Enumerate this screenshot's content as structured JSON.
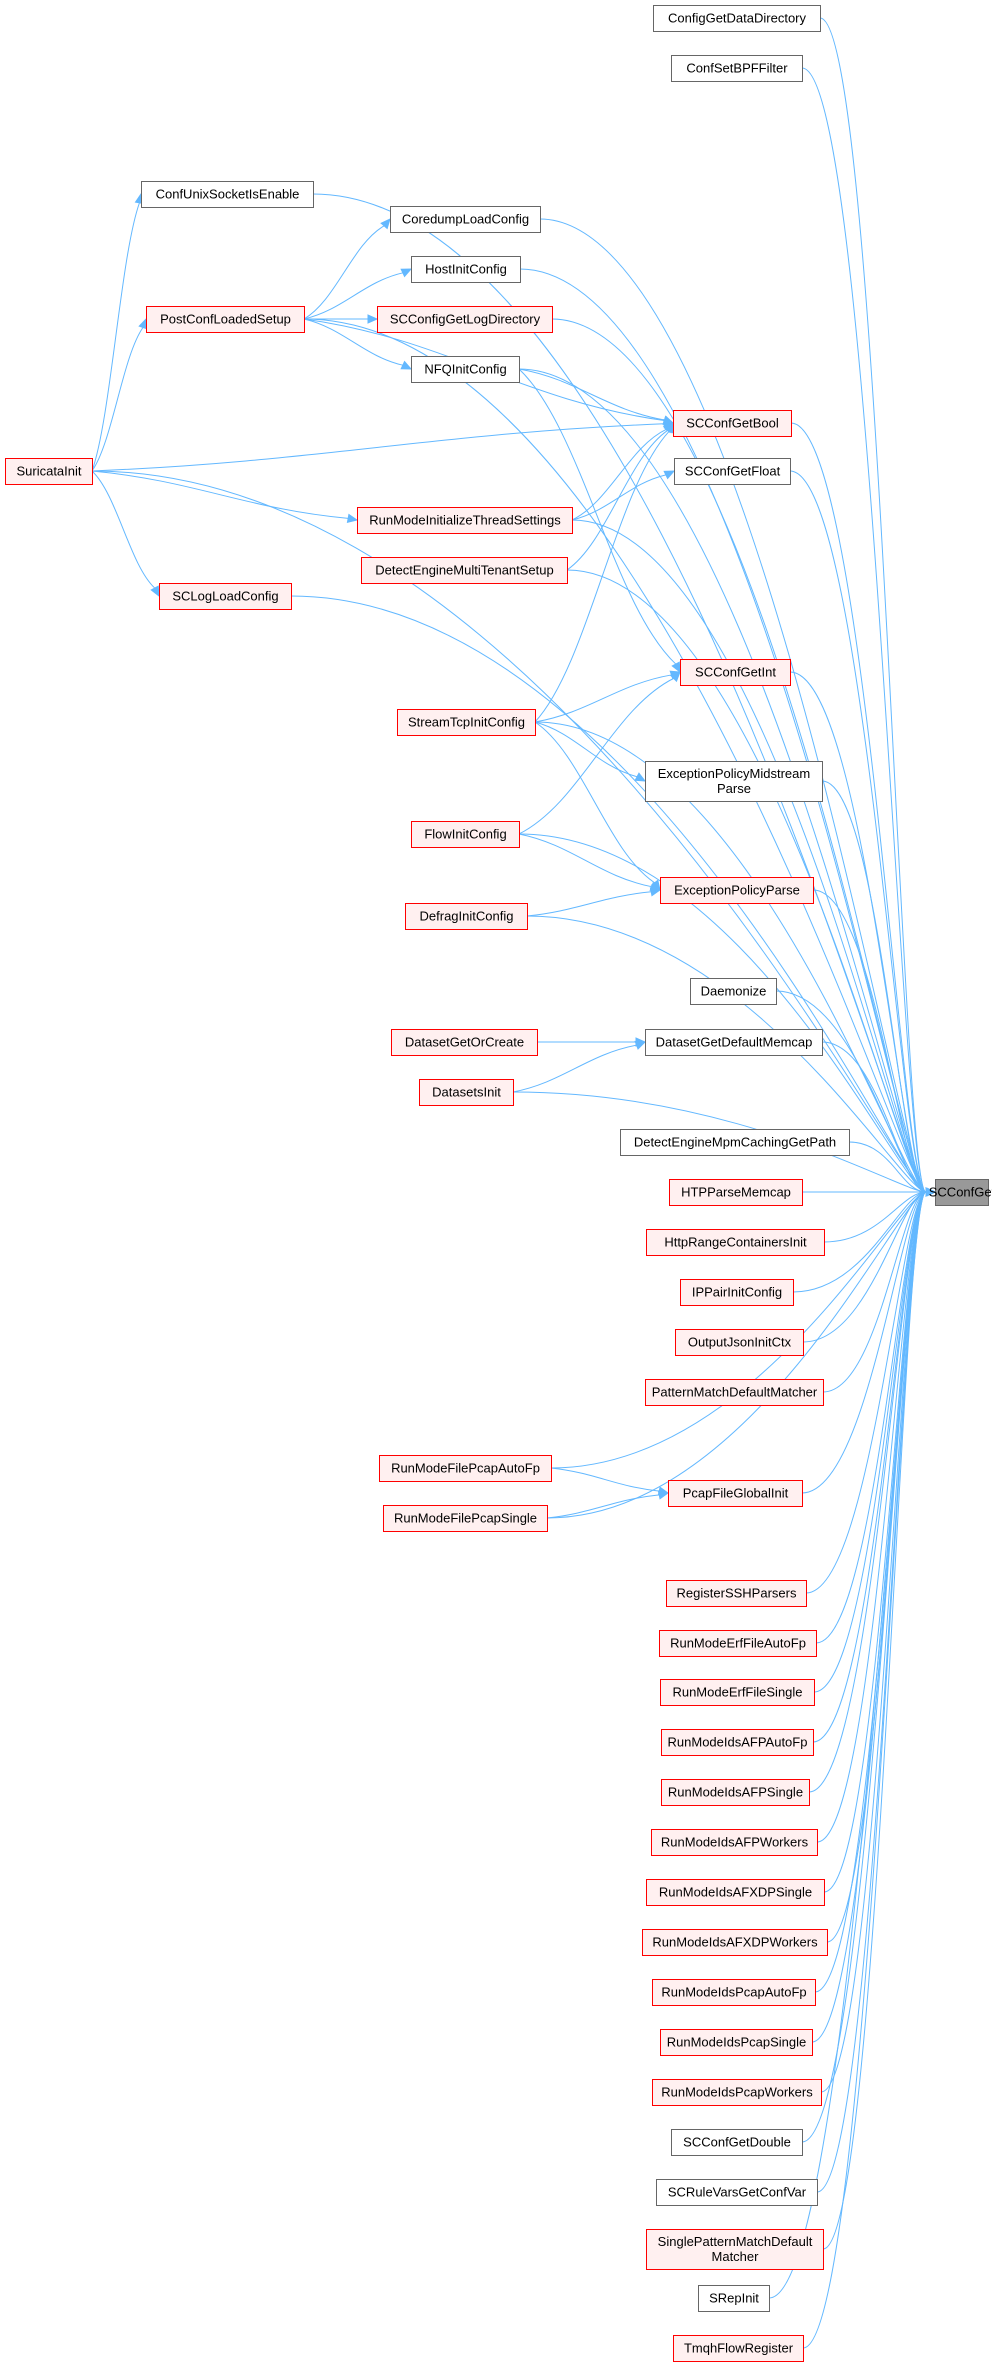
{
  "nodes": [
    {
      "id": "ConfigGetDataDirectory",
      "lines": [
        "ConfigGetDataDirectory"
      ],
      "style": "gray"
    },
    {
      "id": "ConfSetBPFFilter",
      "lines": [
        "ConfSetBPFFilter"
      ],
      "style": "gray"
    },
    {
      "id": "ConfUnixSocketIsEnable",
      "lines": [
        "ConfUnixSocketIsEnable"
      ],
      "style": "gray"
    },
    {
      "id": "CoredumpLoadConfig",
      "lines": [
        "CoredumpLoadConfig"
      ],
      "style": "gray"
    },
    {
      "id": "HostInitConfig",
      "lines": [
        "HostInitConfig"
      ],
      "style": "gray"
    },
    {
      "id": "PostConfLoadedSetup",
      "lines": [
        "PostConfLoadedSetup"
      ],
      "style": "red"
    },
    {
      "id": "SCConfigGetLogDirectory",
      "lines": [
        "SCConfigGetLogDirectory"
      ],
      "style": "red"
    },
    {
      "id": "NFQInitConfig",
      "lines": [
        "NFQInitConfig"
      ],
      "style": "gray"
    },
    {
      "id": "SCConfGetBool",
      "lines": [
        "SCConfGetBool"
      ],
      "style": "red"
    },
    {
      "id": "SuricataInit",
      "lines": [
        "SuricataInit"
      ],
      "style": "red"
    },
    {
      "id": "SCConfGetFloat",
      "lines": [
        "SCConfGetFloat"
      ],
      "style": "gray"
    },
    {
      "id": "RunModeInitializeThreadSettings",
      "lines": [
        "RunModeInitializeThreadSettings"
      ],
      "style": "red"
    },
    {
      "id": "DetectEngineMultiTenantSetup",
      "lines": [
        "DetectEngineMultiTenantSetup"
      ],
      "style": "red"
    },
    {
      "id": "SCLogLoadConfig",
      "lines": [
        "SCLogLoadConfig"
      ],
      "style": "red"
    },
    {
      "id": "SCConfGetInt",
      "lines": [
        "SCConfGetInt"
      ],
      "style": "red"
    },
    {
      "id": "StreamTcpInitConfig",
      "lines": [
        "StreamTcpInitConfig"
      ],
      "style": "red"
    },
    {
      "id": "ExceptionPolicyMidstreamParse",
      "lines": [
        "ExceptionPolicyMidstream",
        "Parse"
      ],
      "style": "gray"
    },
    {
      "id": "FlowInitConfig",
      "lines": [
        "FlowInitConfig"
      ],
      "style": "red"
    },
    {
      "id": "ExceptionPolicyParse",
      "lines": [
        "ExceptionPolicyParse"
      ],
      "style": "red"
    },
    {
      "id": "DefragInitConfig",
      "lines": [
        "DefragInitConfig"
      ],
      "style": "red"
    },
    {
      "id": "Daemonize",
      "lines": [
        "Daemonize"
      ],
      "style": "gray"
    },
    {
      "id": "DatasetGetOrCreate",
      "lines": [
        "DatasetGetOrCreate"
      ],
      "style": "red"
    },
    {
      "id": "DatasetGetDefaultMemcap",
      "lines": [
        "DatasetGetDefaultMemcap"
      ],
      "style": "gray"
    },
    {
      "id": "DatasetsInit",
      "lines": [
        "DatasetsInit"
      ],
      "style": "red"
    },
    {
      "id": "DetectEngineMpmCachingGetPath",
      "lines": [
        "DetectEngineMpmCachingGetPath"
      ],
      "style": "gray"
    },
    {
      "id": "SCConfGet",
      "lines": [
        "SCConfGet"
      ],
      "style": "target"
    },
    {
      "id": "HTPParseMemcap",
      "lines": [
        "HTPParseMemcap"
      ],
      "style": "red"
    },
    {
      "id": "HttpRangeContainersInit",
      "lines": [
        "HttpRangeContainersInit"
      ],
      "style": "red"
    },
    {
      "id": "IPPairInitConfig",
      "lines": [
        "IPPairInitConfig"
      ],
      "style": "red"
    },
    {
      "id": "OutputJsonInitCtx",
      "lines": [
        "OutputJsonInitCtx"
      ],
      "style": "red"
    },
    {
      "id": "PatternMatchDefaultMatcher",
      "lines": [
        "PatternMatchDefaultMatcher"
      ],
      "style": "red"
    },
    {
      "id": "RunModeFilePcapAutoFp",
      "lines": [
        "RunModeFilePcapAutoFp"
      ],
      "style": "red"
    },
    {
      "id": "PcapFileGlobalInit",
      "lines": [
        "PcapFileGlobalInit"
      ],
      "style": "red"
    },
    {
      "id": "RunModeFilePcapSingle",
      "lines": [
        "RunModeFilePcapSingle"
      ],
      "style": "red"
    },
    {
      "id": "RegisterSSHParsers",
      "lines": [
        "RegisterSSHParsers"
      ],
      "style": "red"
    },
    {
      "id": "RunModeErfFileAutoFp",
      "lines": [
        "RunModeErfFileAutoFp"
      ],
      "style": "red"
    },
    {
      "id": "RunModeErfFileSingle",
      "lines": [
        "RunModeErfFileSingle"
      ],
      "style": "red"
    },
    {
      "id": "RunModeIdsAFPAutoFp",
      "lines": [
        "RunModeIdsAFPAutoFp"
      ],
      "style": "red"
    },
    {
      "id": "RunModeIdsAFPSingle",
      "lines": [
        "RunModeIdsAFPSingle"
      ],
      "style": "red"
    },
    {
      "id": "RunModeIdsAFPWorkers",
      "lines": [
        "RunModeIdsAFPWorkers"
      ],
      "style": "red"
    },
    {
      "id": "RunModeIdsAFXDPSingle",
      "lines": [
        "RunModeIdsAFXDPSingle"
      ],
      "style": "red"
    },
    {
      "id": "RunModeIdsAFXDPWorkers",
      "lines": [
        "RunModeIdsAFXDPWorkers"
      ],
      "style": "red"
    },
    {
      "id": "RunModeIdsPcapAutoFp",
      "lines": [
        "RunModeIdsPcapAutoFp"
      ],
      "style": "red"
    },
    {
      "id": "RunModeIdsPcapSingle",
      "lines": [
        "RunModeIdsPcapSingle"
      ],
      "style": "red"
    },
    {
      "id": "RunModeIdsPcapWorkers",
      "lines": [
        "RunModeIdsPcapWorkers"
      ],
      "style": "red"
    },
    {
      "id": "SCConfGetDouble",
      "lines": [
        "SCConfGetDouble"
      ],
      "style": "gray"
    },
    {
      "id": "SCRuleVarsGetConfVar",
      "lines": [
        "SCRuleVarsGetConfVar"
      ],
      "style": "gray"
    },
    {
      "id": "SinglePatternMatchDefaultMatcher",
      "lines": [
        "SinglePatternMatchDefault",
        "Matcher"
      ],
      "style": "red"
    },
    {
      "id": "SRepInit",
      "lines": [
        "SRepInit"
      ],
      "style": "gray"
    },
    {
      "id": "TmqhFlowRegister",
      "lines": [
        "TmqhFlowRegister"
      ],
      "style": "red"
    }
  ],
  "edges": [
    [
      "ConfigGetDataDirectory",
      "SCConfGet"
    ],
    [
      "ConfSetBPFFilter",
      "SCConfGet"
    ],
    [
      "ConfUnixSocketIsEnable",
      "SCConfGet"
    ],
    [
      "CoredumpLoadConfig",
      "SCConfGet"
    ],
    [
      "HostInitConfig",
      "SCConfGet"
    ],
    [
      "SCConfigGetLogDirectory",
      "SCConfGet"
    ],
    [
      "NFQInitConfig",
      "SCConfGet"
    ],
    [
      "SCConfGetBool",
      "SCConfGet"
    ],
    [
      "SCConfGetFloat",
      "SCConfGet"
    ],
    [
      "RunModeInitializeThreadSettings",
      "SCConfGet"
    ],
    [
      "DetectEngineMultiTenantSetup",
      "SCConfGet"
    ],
    [
      "SCLogLoadConfig",
      "SCConfGet"
    ],
    [
      "SCConfGetInt",
      "SCConfGet"
    ],
    [
      "StreamTcpInitConfig",
      "SCConfGet"
    ],
    [
      "ExceptionPolicyMidstreamParse",
      "SCConfGet"
    ],
    [
      "FlowInitConfig",
      "SCConfGet"
    ],
    [
      "ExceptionPolicyParse",
      "SCConfGet"
    ],
    [
      "DefragInitConfig",
      "SCConfGet"
    ],
    [
      "Daemonize",
      "SCConfGet"
    ],
    [
      "DatasetGetDefaultMemcap",
      "SCConfGet"
    ],
    [
      "DatasetsInit",
      "SCConfGet"
    ],
    [
      "DetectEngineMpmCachingGetPath",
      "SCConfGet"
    ],
    [
      "HTPParseMemcap",
      "SCConfGet"
    ],
    [
      "HttpRangeContainersInit",
      "SCConfGet"
    ],
    [
      "IPPairInitConfig",
      "SCConfGet"
    ],
    [
      "OutputJsonInitCtx",
      "SCConfGet"
    ],
    [
      "PatternMatchDefaultMatcher",
      "SCConfGet"
    ],
    [
      "RunModeFilePcapAutoFp",
      "SCConfGet"
    ],
    [
      "PcapFileGlobalInit",
      "SCConfGet"
    ],
    [
      "RunModeFilePcapSingle",
      "SCConfGet"
    ],
    [
      "RegisterSSHParsers",
      "SCConfGet"
    ],
    [
      "RunModeErfFileAutoFp",
      "SCConfGet"
    ],
    [
      "RunModeErfFileSingle",
      "SCConfGet"
    ],
    [
      "RunModeIdsAFPAutoFp",
      "SCConfGet"
    ],
    [
      "RunModeIdsAFPSingle",
      "SCConfGet"
    ],
    [
      "RunModeIdsAFPWorkers",
      "SCConfGet"
    ],
    [
      "RunModeIdsAFXDPSingle",
      "SCConfGet"
    ],
    [
      "RunModeIdsAFXDPWorkers",
      "SCConfGet"
    ],
    [
      "RunModeIdsPcapAutoFp",
      "SCConfGet"
    ],
    [
      "RunModeIdsPcapSingle",
      "SCConfGet"
    ],
    [
      "RunModeIdsPcapWorkers",
      "SCConfGet"
    ],
    [
      "SCConfGetDouble",
      "SCConfGet"
    ],
    [
      "SCRuleVarsGetConfVar",
      "SCConfGet"
    ],
    [
      "SinglePatternMatchDefaultMatcher",
      "SCConfGet"
    ],
    [
      "SRepInit",
      "SCConfGet"
    ],
    [
      "TmqhFlowRegister",
      "SCConfGet"
    ],
    [
      "PostConfLoadedSetup",
      "SCConfGet"
    ],
    [
      "SuricataInit",
      "SCConfGet"
    ],
    [
      "SuricataInit",
      "ConfUnixSocketIsEnable"
    ],
    [
      "SuricataInit",
      "PostConfLoadedSetup"
    ],
    [
      "SuricataInit",
      "SCConfGetBool"
    ],
    [
      "SuricataInit",
      "RunModeInitializeThreadSettings"
    ],
    [
      "SuricataInit",
      "SCLogLoadConfig"
    ],
    [
      "PostConfLoadedSetup",
      "CoredumpLoadConfig"
    ],
    [
      "PostConfLoadedSetup",
      "HostInitConfig"
    ],
    [
      "PostConfLoadedSetup",
      "SCConfigGetLogDirectory"
    ],
    [
      "PostConfLoadedSetup",
      "NFQInitConfig"
    ],
    [
      "PostConfLoadedSetup",
      "SCConfGetBool"
    ],
    [
      "NFQInitConfig",
      "SCConfGetBool"
    ],
    [
      "NFQInitConfig",
      "SCConfGetInt"
    ],
    [
      "RunModeInitializeThreadSettings",
      "SCConfGetBool"
    ],
    [
      "RunModeInitializeThreadSettings",
      "SCConfGetFloat"
    ],
    [
      "DetectEngineMultiTenantSetup",
      "SCConfGetBool"
    ],
    [
      "StreamTcpInitConfig",
      "SCConfGetBool"
    ],
    [
      "StreamTcpInitConfig",
      "SCConfGetInt"
    ],
    [
      "StreamTcpInitConfig",
      "ExceptionPolicyMidstreamParse"
    ],
    [
      "StreamTcpInitConfig",
      "ExceptionPolicyParse"
    ],
    [
      "FlowInitConfig",
      "SCConfGetInt"
    ],
    [
      "FlowInitConfig",
      "ExceptionPolicyParse"
    ],
    [
      "DefragInitConfig",
      "ExceptionPolicyParse"
    ],
    [
      "DatasetGetOrCreate",
      "DatasetGetDefaultMemcap"
    ],
    [
      "DatasetsInit",
      "DatasetGetDefaultMemcap"
    ],
    [
      "RunModeFilePcapAutoFp",
      "PcapFileGlobalInit"
    ],
    [
      "RunModeFilePcapSingle",
      "PcapFileGlobalInit"
    ]
  ]
}
